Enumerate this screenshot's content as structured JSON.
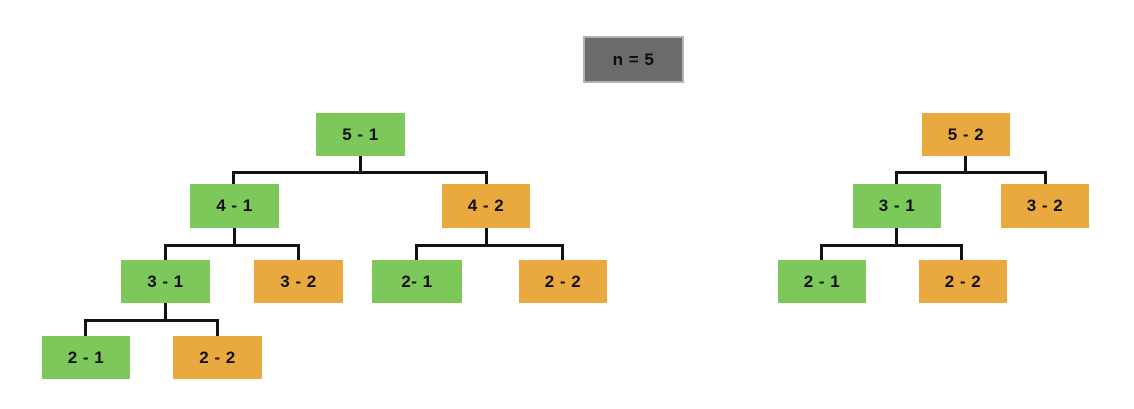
{
  "legend": {
    "label": "n = 5"
  },
  "colors": {
    "green": "#7cc85a",
    "orange": "#eaa93f",
    "gray": "#6b6b6b",
    "gray_border": "#b2b2b2",
    "line": "#121212",
    "background": "#ffffff",
    "text": "#111111"
  },
  "left_tree": {
    "nodes": [
      {
        "label": "5 - 1",
        "color": "green"
      },
      {
        "label": "4 - 1",
        "color": "green"
      },
      {
        "label": "4 - 2",
        "color": "orange"
      },
      {
        "label": "3 - 1",
        "color": "green"
      },
      {
        "label": "3 - 2",
        "color": "orange"
      },
      {
        "label": "2- 1",
        "color": "green"
      },
      {
        "label": "2 - 2",
        "color": "orange"
      },
      {
        "label": "2 - 1",
        "color": "green"
      },
      {
        "label": "2 - 2",
        "color": "orange"
      }
    ],
    "edges": [
      {
        "parent": "5 - 1",
        "children": [
          "4 - 1",
          "4 - 2"
        ]
      },
      {
        "parent": "4 - 1",
        "children": [
          "3 - 1",
          "3 - 2"
        ]
      },
      {
        "parent": "4 - 2",
        "children": [
          "2- 1",
          "2 - 2"
        ]
      },
      {
        "parent": "3 - 1",
        "children": [
          "2 - 1",
          "2 - 2"
        ]
      }
    ]
  },
  "right_tree": {
    "nodes": [
      {
        "label": "5 - 2",
        "color": "orange"
      },
      {
        "label": "3 - 1",
        "color": "green"
      },
      {
        "label": "3 - 2",
        "color": "orange"
      },
      {
        "label": "2 - 1",
        "color": "green"
      },
      {
        "label": "2 - 2",
        "color": "orange"
      }
    ],
    "edges": [
      {
        "parent": "5 - 2",
        "children": [
          "3 - 1",
          "3 - 2"
        ]
      },
      {
        "parent": "3 - 1",
        "children": [
          "2 - 1",
          "2 - 2"
        ]
      }
    ]
  }
}
